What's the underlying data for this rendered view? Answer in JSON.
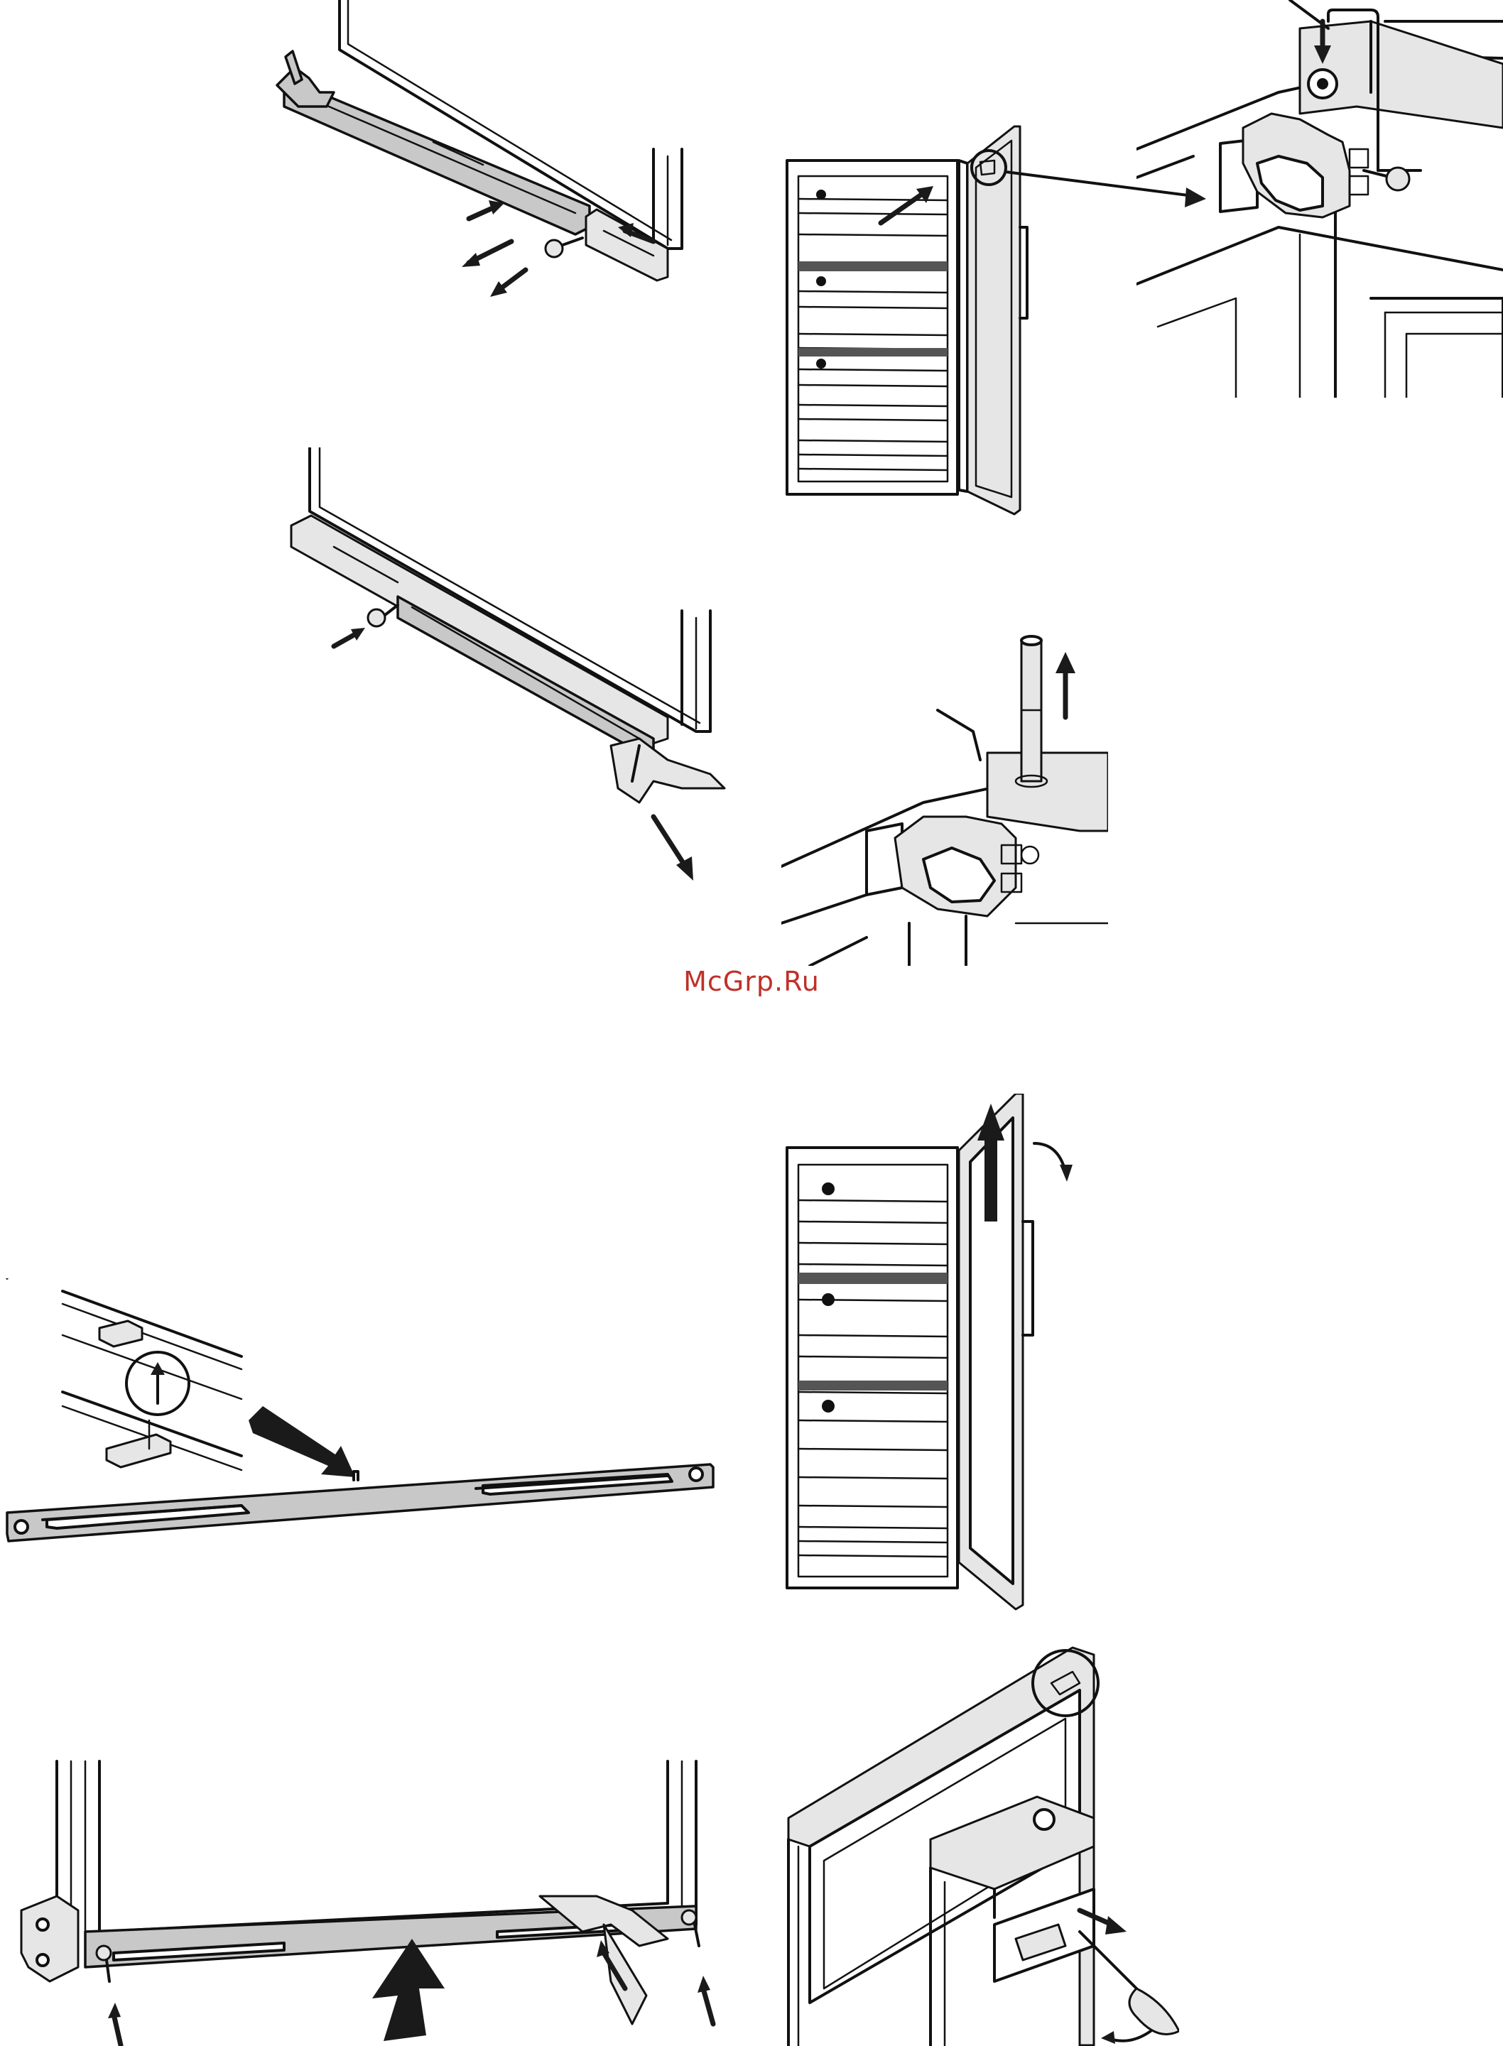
{
  "watermark": {
    "text": "McGrp.Ru",
    "color": "#c0302a"
  },
  "colors": {
    "line": "#111111",
    "metal": "#c8c8c8",
    "light_metal": "#e6e6e6",
    "dark_band": "#555555"
  },
  "panels": [
    {
      "id": "p1",
      "icon": "hinge-bottom-remove-screw-icon"
    },
    {
      "id": "p2",
      "icon": "cabinet-door-open-icon"
    },
    {
      "id": "p3",
      "icon": "top-hinge-closeup-icon"
    },
    {
      "id": "p4",
      "icon": "hinge-bar-slide-out-icon"
    },
    {
      "id": "p5",
      "icon": "hinge-pin-lift-icon"
    },
    {
      "id": "p6",
      "icon": "hinge-bar-align-icon"
    },
    {
      "id": "p7",
      "icon": "door-lift-off-icon"
    },
    {
      "id": "p8",
      "icon": "hinge-bar-reinstall-icon"
    },
    {
      "id": "p9",
      "icon": "top-bearing-screwdriver-icon"
    }
  ]
}
